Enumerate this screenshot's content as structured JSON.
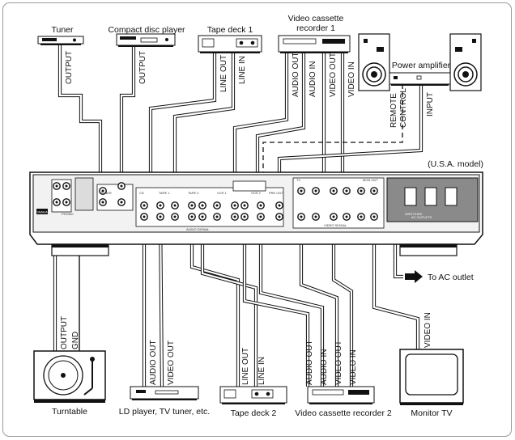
{
  "labels": {
    "tuner": "Tuner",
    "cd_player": "Compact disc player",
    "tape_deck_1": "Tape deck 1",
    "vcr1_line1": "Video cassette",
    "vcr1_line2": "recorder 1",
    "power_amp": "Power amplifier",
    "usa_model": "(U.S.A. model)",
    "ac_outlet": "To AC outlet",
    "turntable": "Turntable",
    "ld_player": "LD player, TV tuner, etc.",
    "tape_deck_2": "Tape deck 2",
    "vcr2": "Video cassette recorder 2",
    "monitor_tv": "Monitor TV"
  },
  "cables": {
    "tuner_output": "OUTPUT",
    "cd_output": "OUTPUT",
    "deck1_line_out": "LINE OUT",
    "deck1_line_in": "LINE IN",
    "vcr1_audio_out": "AUDIO OUT",
    "vcr1_audio_in": "AUDIO IN",
    "vcr1_video_out": "VIDEO OUT",
    "vcr1_video_in": "VIDEO IN",
    "amp_remote_1": "REMOTE",
    "amp_remote_2": "CONTROL",
    "amp_input": "INPUT",
    "turntable_output": "OUTPUT",
    "turntable_gnd": "GND",
    "ld_audio_out": "AUDIO OUT",
    "ld_video_out": "VIDEO OUT",
    "deck2_line_out": "LINE OUT",
    "deck2_line_in": "LINE IN",
    "vcr2_audio_out": "AUDIO OUT",
    "vcr2_audio_in": "AUDIO IN",
    "vcr2_video_out": "VIDEO OUT",
    "vcr2_video_in": "VIDEO IN",
    "tv_video_in": "VIDEO IN"
  },
  "panel_text": {
    "phono": "PHONO",
    "tuner": "TUNER",
    "cd": "CD",
    "tape1": "TAPE 1",
    "tape2": "TAPE 2",
    "vcr1": "VCR 1",
    "vcr2": "VCR 2",
    "pre_out": "PRE OUT",
    "tv": "TV",
    "mon_out": "MON OUT",
    "video_signal": "VIDEO SIGNAL",
    "audio_signal": "AUDIO SIGNAL",
    "ac_outlets": "AC OUTLETS",
    "switched": "SWITCHED",
    "brand": "YAMAHA"
  },
  "colors": {
    "ink": "#111111",
    "panel_fill": "#f2f2f2",
    "dark_panel": "#2a2a2a",
    "ac_panel": "#8a8a8a"
  }
}
